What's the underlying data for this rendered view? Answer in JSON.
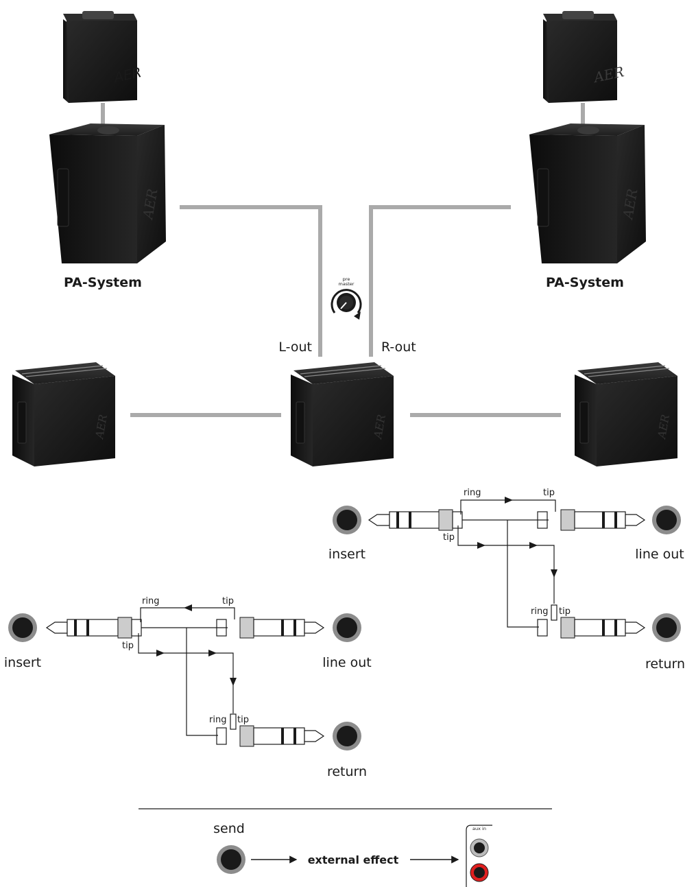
{
  "labels": {
    "pa_left": "PA-System",
    "pa_right": "PA-System",
    "knob_top": "pre",
    "knob_bottom": "master",
    "l_out": "L-out",
    "r_out": "R-out",
    "send": "send",
    "external_effect": "external effect",
    "aux_in": "aux in"
  },
  "diagram_right": {
    "ring": "ring",
    "tip_top": "tip",
    "tip_left": "tip",
    "insert": "insert",
    "line_out": "line out",
    "return": "return",
    "ring_bottom": "ring",
    "tip_bottom": "tip"
  },
  "diagram_left": {
    "ring": "ring",
    "tip_top": "tip",
    "tip_left": "tip",
    "insert": "insert",
    "line_out": "line out",
    "return": "return",
    "ring_bottom": "ring",
    "tip_bottom": "tip"
  },
  "brand": "AER",
  "colors": {
    "cable": "#aaaaaa",
    "jack_ring": "#8c8c8c",
    "jack_core": "#1a1a1a",
    "aux_red": "#e02020",
    "speaker": "#1c1c1c"
  }
}
